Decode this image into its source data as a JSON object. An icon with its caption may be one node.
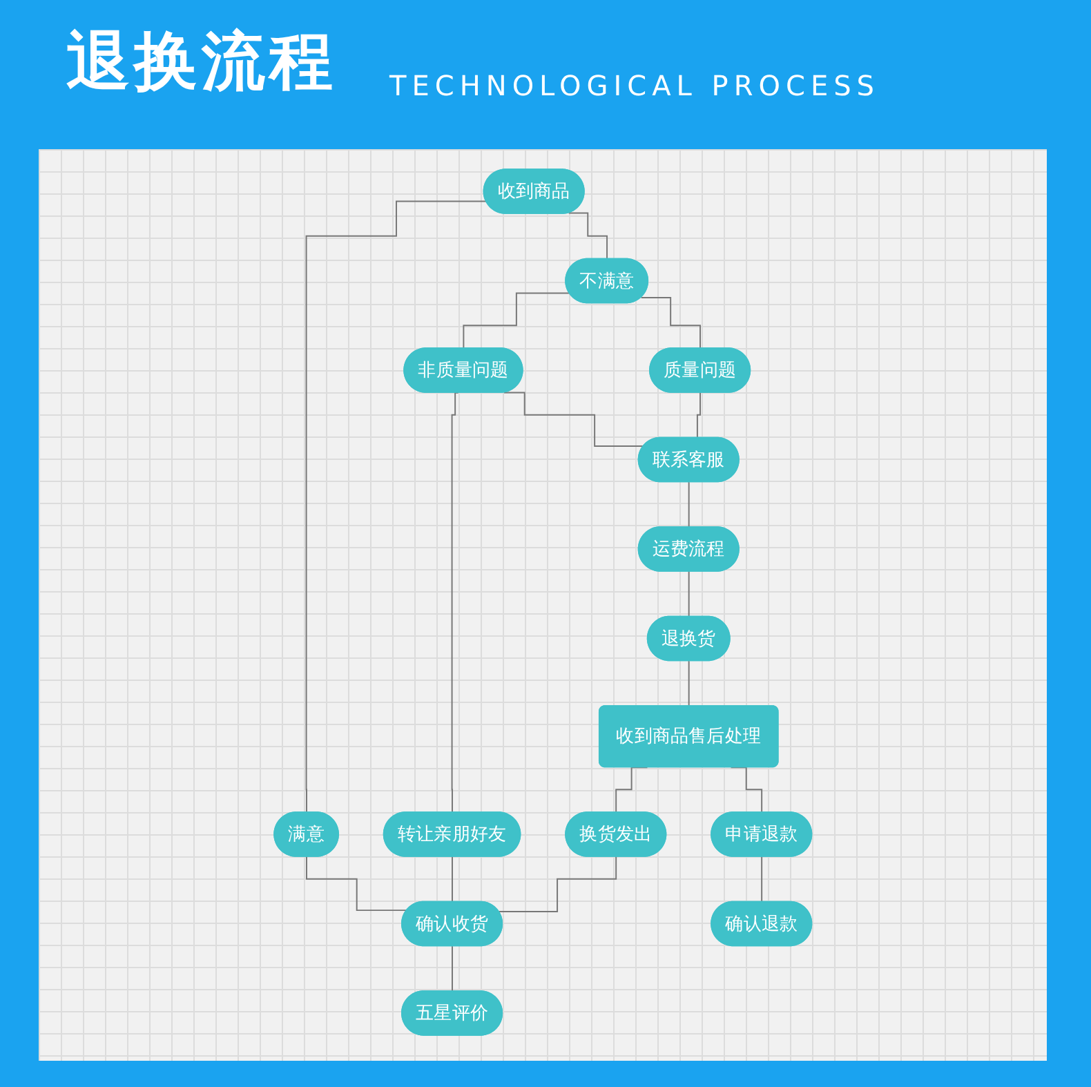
{
  "diagram": {
    "title": "退换流程",
    "nodes": [
      {
        "text": [
          "收到商品"
        ]
      },
      {
        "text": [
          "满意"
        ]
      },
      {
        "text": [
          "不满意"
        ]
      },
      {
        "text": [
          "非质量问题"
        ]
      },
      {
        "text": [
          "质量问题"
        ]
      },
      {
        "text": [
          "转让亲朋好友"
        ]
      },
      {
        "text": [
          "联系客服"
        ]
      },
      {
        "text": [
          "运费流程"
        ]
      },
      {
        "text": [
          "确认收货"
        ]
      },
      {
        "text": [
          "换货发出"
        ]
      },
      {
        "text": [
          "退换货"
        ]
      },
      {
        "text": [
          "五星评价"
        ]
      },
      {
        "text": [
          "申请退款"
        ]
      },
      {
        "text": [
          "收到商品售后处理"
        ]
      },
      {
        "text": [
          "确认退款"
        ]
      }
    ],
    "edges": [
      {
        "from": 0,
        "to": 1,
        "arrow": "none"
      },
      {
        "from": 0,
        "to": 2,
        "arrow": "none"
      },
      {
        "from": 2,
        "to": 3,
        "arrow": "none"
      },
      {
        "from": 2,
        "to": 4,
        "arrow": "none"
      },
      {
        "from": 3,
        "to": 5,
        "arrow": "none"
      },
      {
        "from": 3,
        "to": 6,
        "arrow": "none"
      },
      {
        "from": 4,
        "to": 6,
        "arrow": "none"
      },
      {
        "from": 1,
        "to": 8,
        "arrow": "none"
      },
      {
        "from": 5,
        "to": 8,
        "arrow": "none"
      },
      {
        "from": 6,
        "to": 7,
        "arrow": "none"
      },
      {
        "from": 7,
        "to": 10,
        "arrow": "none"
      },
      {
        "from": 10,
        "to": 13,
        "arrow": "none"
      },
      {
        "from": 13,
        "to": 9,
        "arrow": "none"
      },
      {
        "from": 13,
        "to": 12,
        "arrow": "none"
      },
      {
        "from": 9,
        "to": 8,
        "arrow": "none"
      },
      {
        "from": 8,
        "to": 11,
        "arrow": "none"
      },
      {
        "from": 12,
        "to": 14,
        "arrow": "none"
      }
    ],
    "labels": [
      "TECHNOLOGICAL PROCESS"
    ]
  }
}
